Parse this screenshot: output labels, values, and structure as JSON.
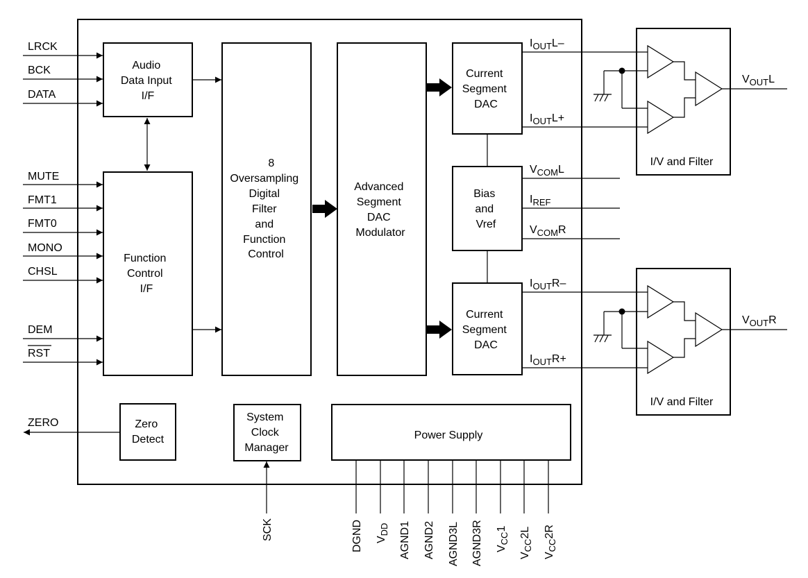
{
  "inputs": {
    "lrck": "LRCK",
    "bck": "BCK",
    "data": "DATA",
    "mute": "MUTE",
    "fmt1": "FMT1",
    "fmt0": "FMT0",
    "mono": "MONO",
    "chsl": "CHSL",
    "dem": "DEM",
    "rst": "RST",
    "zero": "ZERO"
  },
  "blocks": {
    "audio": [
      "Audio",
      "Data Input",
      "I/F"
    ],
    "function": [
      "Function",
      "Control",
      "I/F"
    ],
    "filter": [
      "8",
      "Oversampling",
      "Digital",
      "Filter",
      "and",
      "Function",
      "Control"
    ],
    "modulator": [
      "Advanced",
      "Segment",
      "DAC",
      "Modulator"
    ],
    "dac_l": [
      "Current",
      "Segment",
      "DAC"
    ],
    "dac_r": [
      "Current",
      "Segment",
      "DAC"
    ],
    "bias": [
      "Bias",
      "and",
      "Vref"
    ],
    "zero_detect": [
      "Zero",
      "Detect"
    ],
    "clock": [
      "System",
      "Clock",
      "Manager"
    ],
    "power": "Power Supply",
    "filter_l": "I/V and Filter",
    "filter_r": "I/V and Filter"
  },
  "signals": {
    "ioutl_minus": {
      "main": "I",
      "sub": "OUT",
      "tail": "L–"
    },
    "ioutl_plus": {
      "main": "I",
      "sub": "OUT",
      "tail": "L+"
    },
    "vcoml": {
      "main": "V",
      "sub": "COM",
      "tail": "L"
    },
    "iref": {
      "main": "I",
      "sub": "REF",
      "tail": ""
    },
    "vcomr": {
      "main": "V",
      "sub": "COM",
      "tail": "R"
    },
    "ioutr_minus": {
      "main": "I",
      "sub": "OUT",
      "tail": "R–"
    },
    "ioutr_plus": {
      "main": "I",
      "sub": "OUT",
      "tail": "R+"
    },
    "voutl": {
      "main": "V",
      "sub": "OUT",
      "tail": "L"
    },
    "voutr": {
      "main": "V",
      "sub": "OUT",
      "tail": "R"
    }
  },
  "pins": {
    "sck": "SCK",
    "dgnd": "DGND",
    "vdd": {
      "main": "V",
      "sub": "DD"
    },
    "agnd1": "AGND1",
    "agnd2": "AGND2",
    "agnd3l": "AGND3L",
    "agnd3r": "AGND3R",
    "vcc1": {
      "main": "V",
      "sub": "CC",
      "tail": "1"
    },
    "vcc2l": {
      "main": "V",
      "sub": "CC",
      "tail": "2L"
    },
    "vcc2r": {
      "main": "V",
      "sub": "CC",
      "tail": "2R"
    }
  }
}
